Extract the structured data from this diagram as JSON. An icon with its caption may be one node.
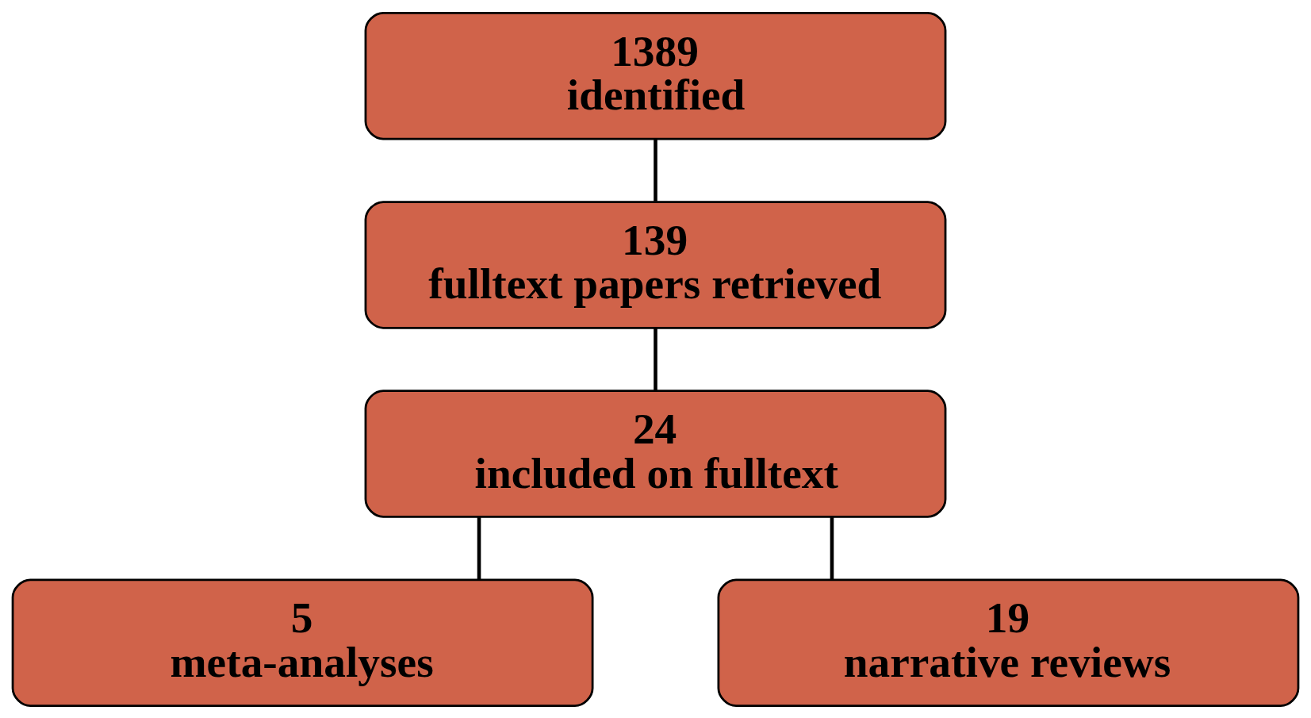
{
  "diagram": {
    "nodes": [
      {
        "text": [
          "1389",
          "identified"
        ]
      },
      {
        "text": [
          "139",
          "fulltext papers retrieved"
        ]
      },
      {
        "text": [
          "24",
          "included on fulltext"
        ]
      },
      {
        "text": [
          "5",
          "meta-analyses"
        ]
      },
      {
        "text": [
          "19",
          "narrative reviews"
        ]
      }
    ],
    "edges": [
      {
        "from": 0,
        "to": 1,
        "arrow": "none"
      },
      {
        "from": 1,
        "to": 2,
        "arrow": "none"
      },
      {
        "from": 2,
        "to": 3,
        "arrow": "none"
      },
      {
        "from": 2,
        "to": 4,
        "arrow": "none"
      }
    ]
  }
}
